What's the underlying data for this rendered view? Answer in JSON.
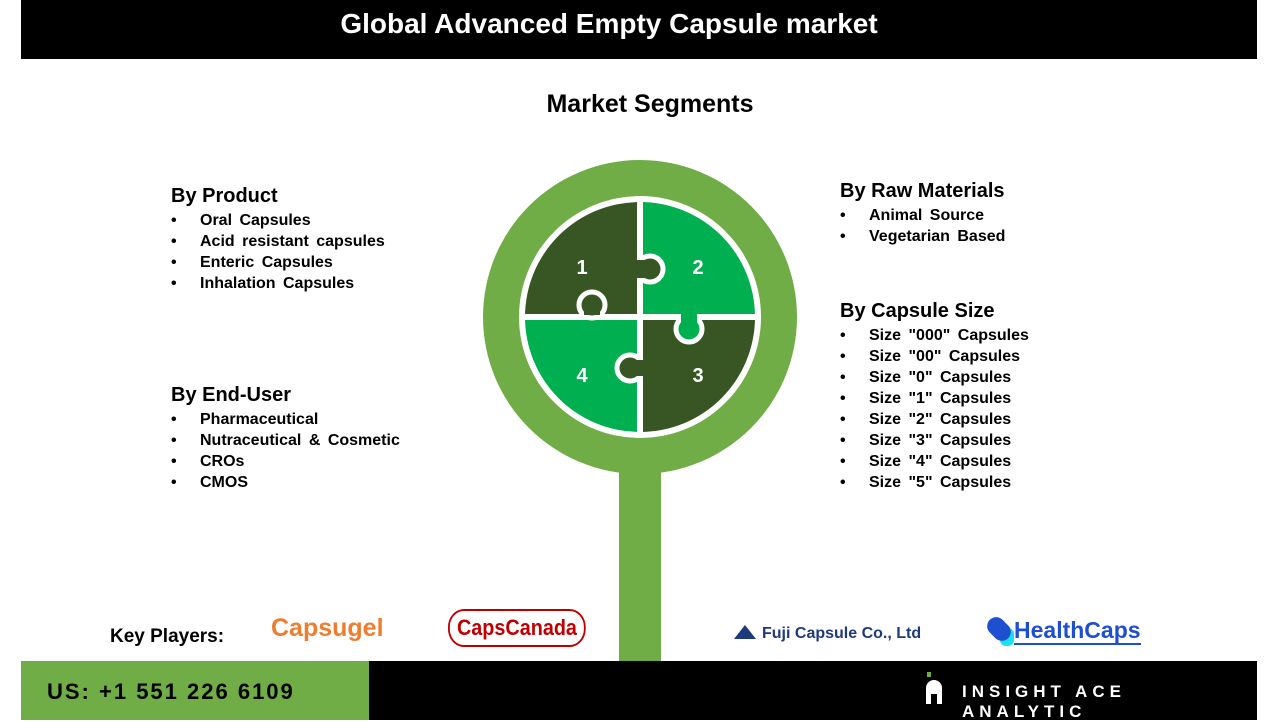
{
  "header": {
    "title": "Global Advanced Empty Capsule market"
  },
  "subtitle": "Market Segments",
  "segments": {
    "product": {
      "title": "By Product",
      "items": [
        "Oral Capsules",
        "Acid resistant capsules",
        "Enteric Capsules",
        "Inhalation Capsules"
      ]
    },
    "end_user": {
      "title": "By End-User",
      "items": [
        "Pharmaceutical",
        "Nutraceutical & Cosmetic",
        "CROs",
        "CMOS"
      ]
    },
    "raw_materials": {
      "title": "By Raw Materials",
      "items": [
        "Animal Source",
        "Vegetarian Based"
      ]
    },
    "capsule_size": {
      "title": "By Capsule Size",
      "items": [
        "Size \"000\" Capsules",
        "Size \"00\" Capsules",
        "Size \"0\" Capsules",
        "Size \"1\" Capsules",
        "Size \"2\" Capsules",
        "Size \"3\" Capsules",
        "Size \"4\" Capsules",
        "Size \"5\" Capsules"
      ]
    }
  },
  "puzzle": {
    "labels": [
      "1",
      "2",
      "3",
      "4"
    ]
  },
  "key_players": {
    "label": "Key Players:",
    "logos": [
      "Capsugel",
      "CapsCanada",
      "Fuji Capsule Co., Ltd",
      "HealthCaps"
    ]
  },
  "footer": {
    "phone": "US: +1 551 226 6109",
    "brand": "INSIGHT ACE ANALYTIC"
  },
  "colors": {
    "ring": "#70ad47",
    "dark": "#375623",
    "bright": "#00b050"
  }
}
